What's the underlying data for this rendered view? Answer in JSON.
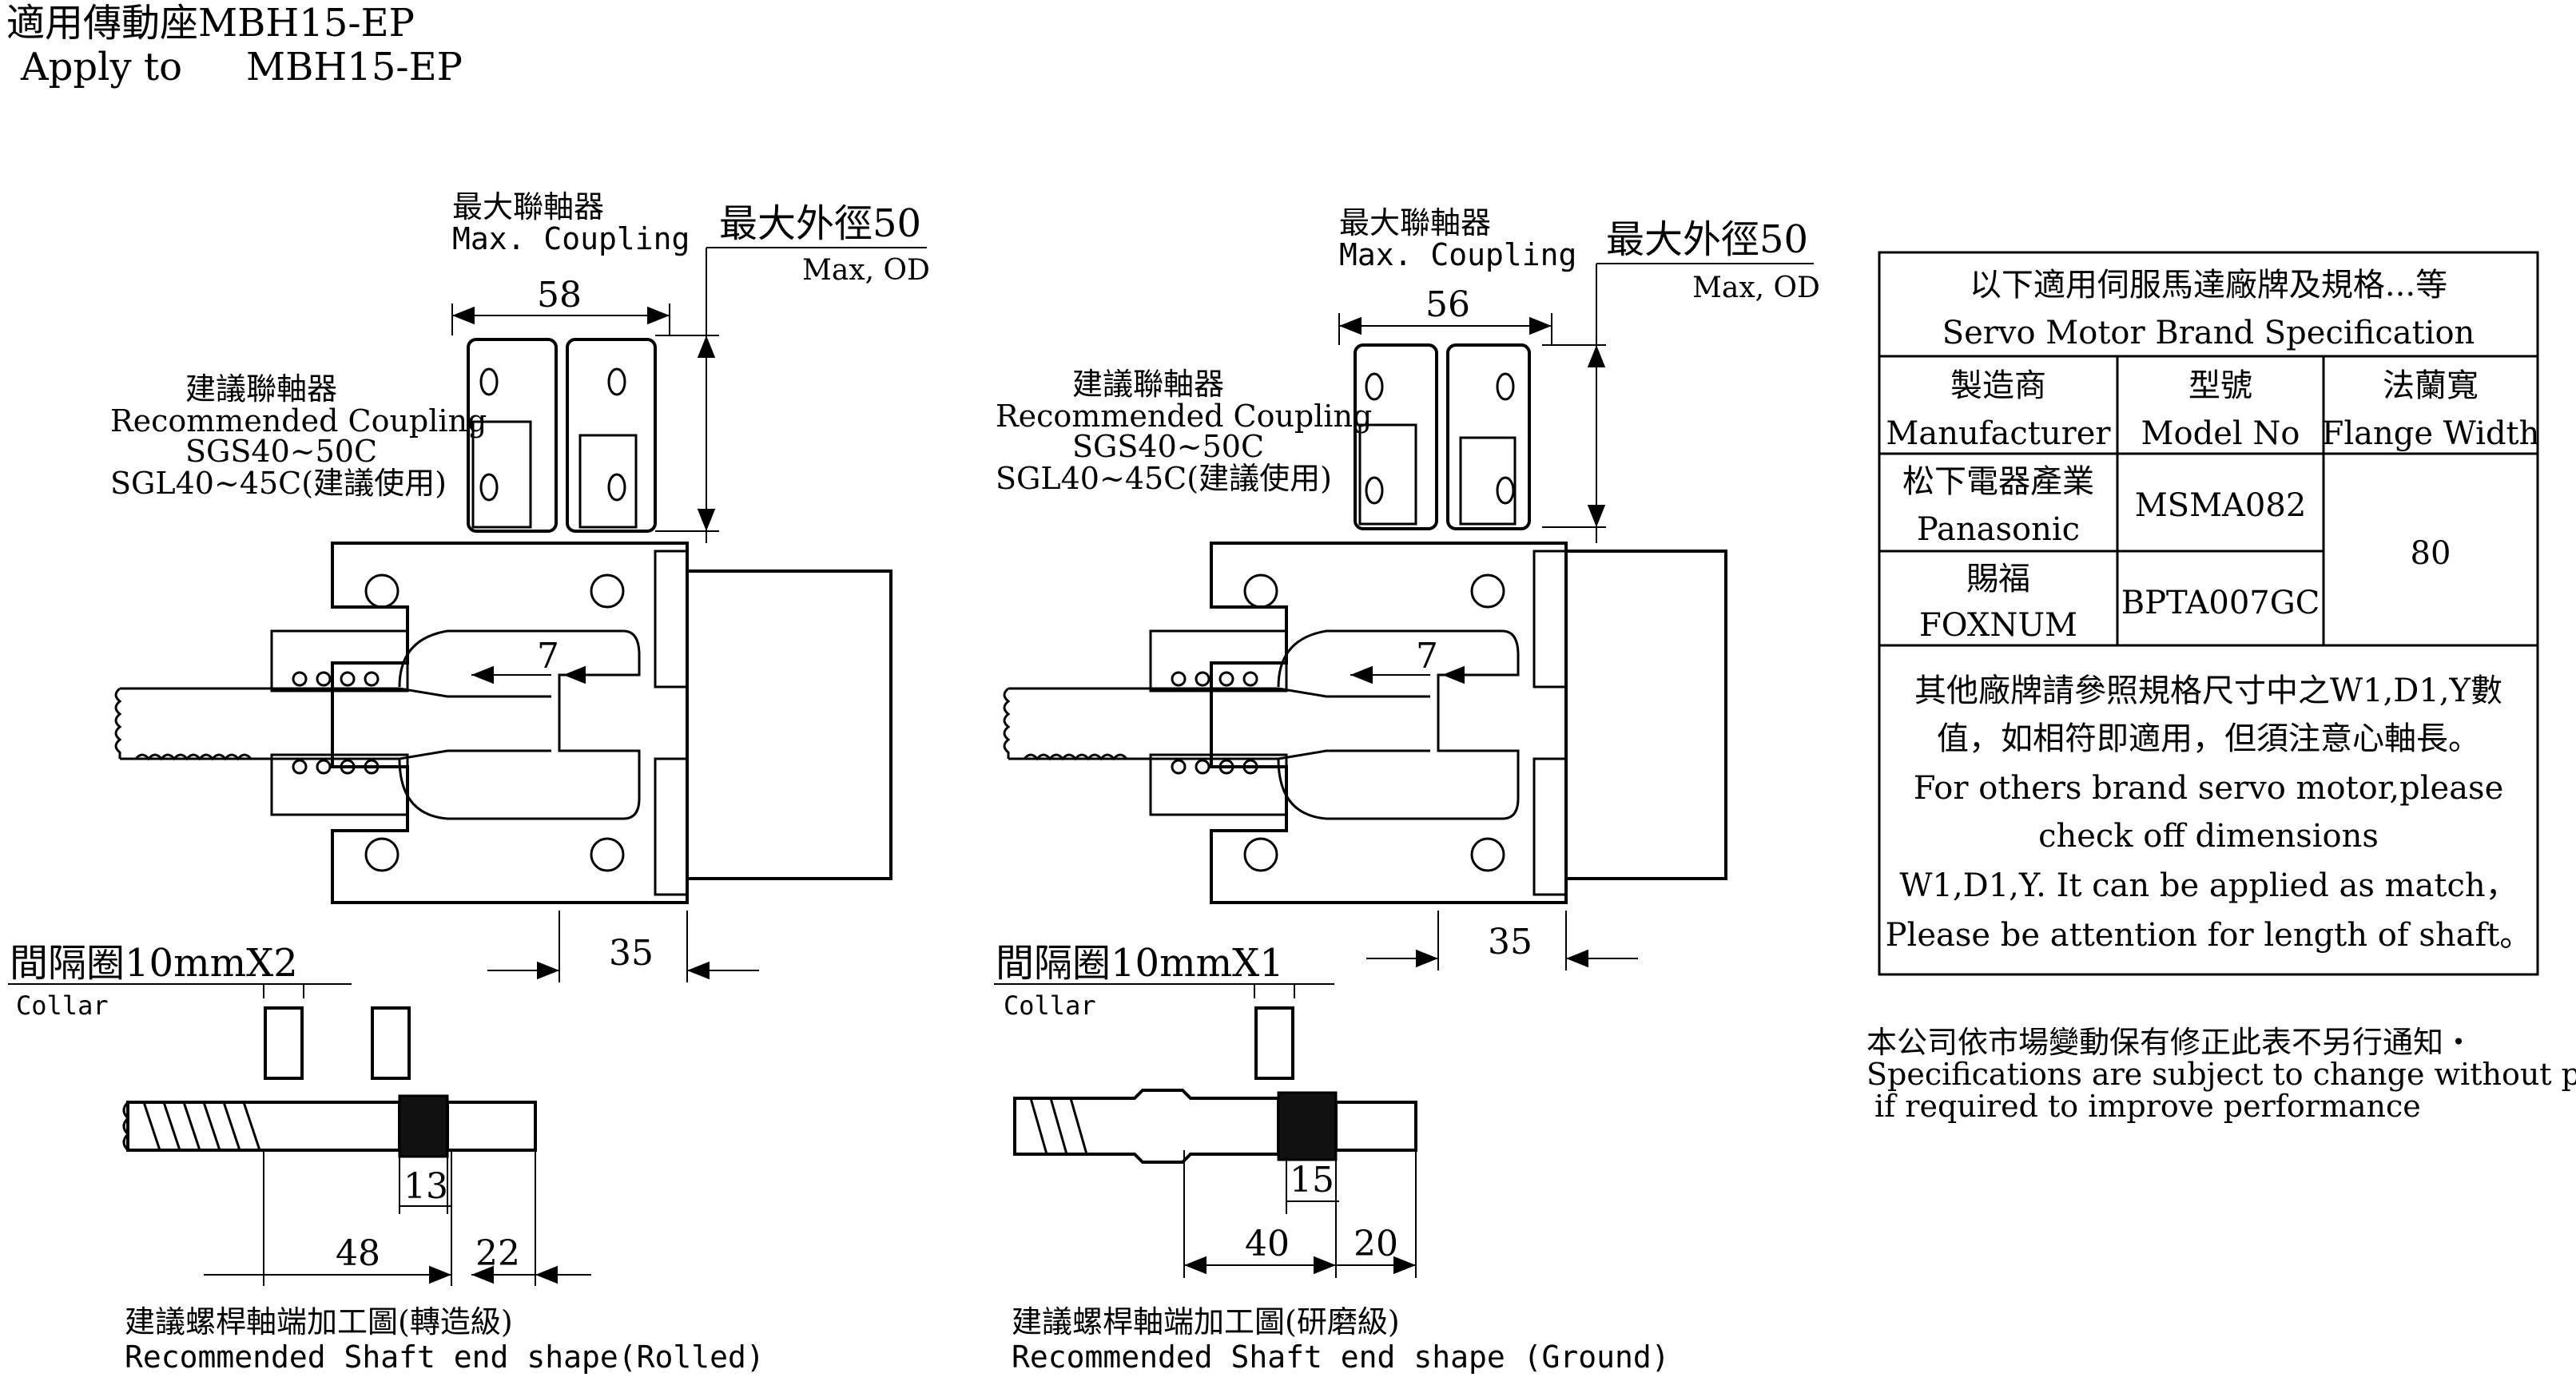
{
  "title": {
    "zh": "適用傳動座MBH15-EP",
    "en_prefix": "Apply to",
    "en_model": "MBH15-EP"
  },
  "left_view": {
    "coupling_zh": "最大聯軸器",
    "coupling_en": "Max. Coupling",
    "od_zh": "最大外徑50",
    "od_en": "Max, OD",
    "width": "58",
    "rec_zh": "建議聯軸器",
    "rec_en": "Recommended Coupling",
    "rec_model1": "SGS40~50C",
    "rec_model2": "SGL40~45C(建議使用)",
    "gap": "7",
    "offset": "35",
    "collar_zh": "間隔圈10mmX2",
    "collar_en": "Collar",
    "shaft_d1": "13",
    "shaft_d2": "48",
    "shaft_d3": "22",
    "caption_zh": "建議螺桿軸端加工圖(轉造級)",
    "caption_en": "Recommended Shaft end shape(Rolled)"
  },
  "right_view": {
    "coupling_zh": "最大聯軸器",
    "coupling_en": "Max. Coupling",
    "od_zh": "最大外徑50",
    "od_en": "Max, OD",
    "width": "56",
    "rec_zh": "建議聯軸器",
    "rec_en": "Recommended Coupling",
    "rec_model1": "SGS40~50C",
    "rec_model2": "SGL40~45C(建議使用)",
    "gap": "7",
    "offset": "35",
    "collar_zh": "間隔圈10mmX1",
    "collar_en": "Collar",
    "shaft_d1": "15",
    "shaft_d2": "40",
    "shaft_d3": "20",
    "caption_zh": "建議螺桿軸端加工圖(研磨級)",
    "caption_en": "Recommended Shaft end shape (Ground)"
  },
  "spec_table": {
    "header_zh": "以下適用伺服馬達廠牌及規格...等",
    "header_en": "Servo Motor Brand Specification",
    "col_maker_zh": "製造商",
    "col_maker_en": "Manufacturer",
    "col_model_zh": "型號",
    "col_model_en": "Model No",
    "col_flange_zh": "法蘭寬",
    "col_flange_en": "Flange Width",
    "rows": [
      {
        "maker_zh": "松下電器產業",
        "maker_en": "Panasonic",
        "model": "MSMA082"
      },
      {
        "maker_zh": "賜福",
        "maker_en": "FOXNUM",
        "model": "BPTA007GC"
      }
    ],
    "flange": "80",
    "note_zh1": "其他廠牌請參照規格尺寸中之W1,D1,Y數",
    "note_zh2": "值，如相符即適用，但須注意心軸長。",
    "note_en1": "For others brand servo motor,please",
    "note_en2": "check off dimensions",
    "note_en3": "W1,D1,Y. It can be applied as match，",
    "note_en4": "Please be attention for length of shaft。"
  },
  "disclaimer": {
    "zh": "本公司依市場變動保有修正此表不另行通知・",
    "en1": "Specifications are subject to change without prior notice",
    "en2": "if required to improve performance"
  }
}
